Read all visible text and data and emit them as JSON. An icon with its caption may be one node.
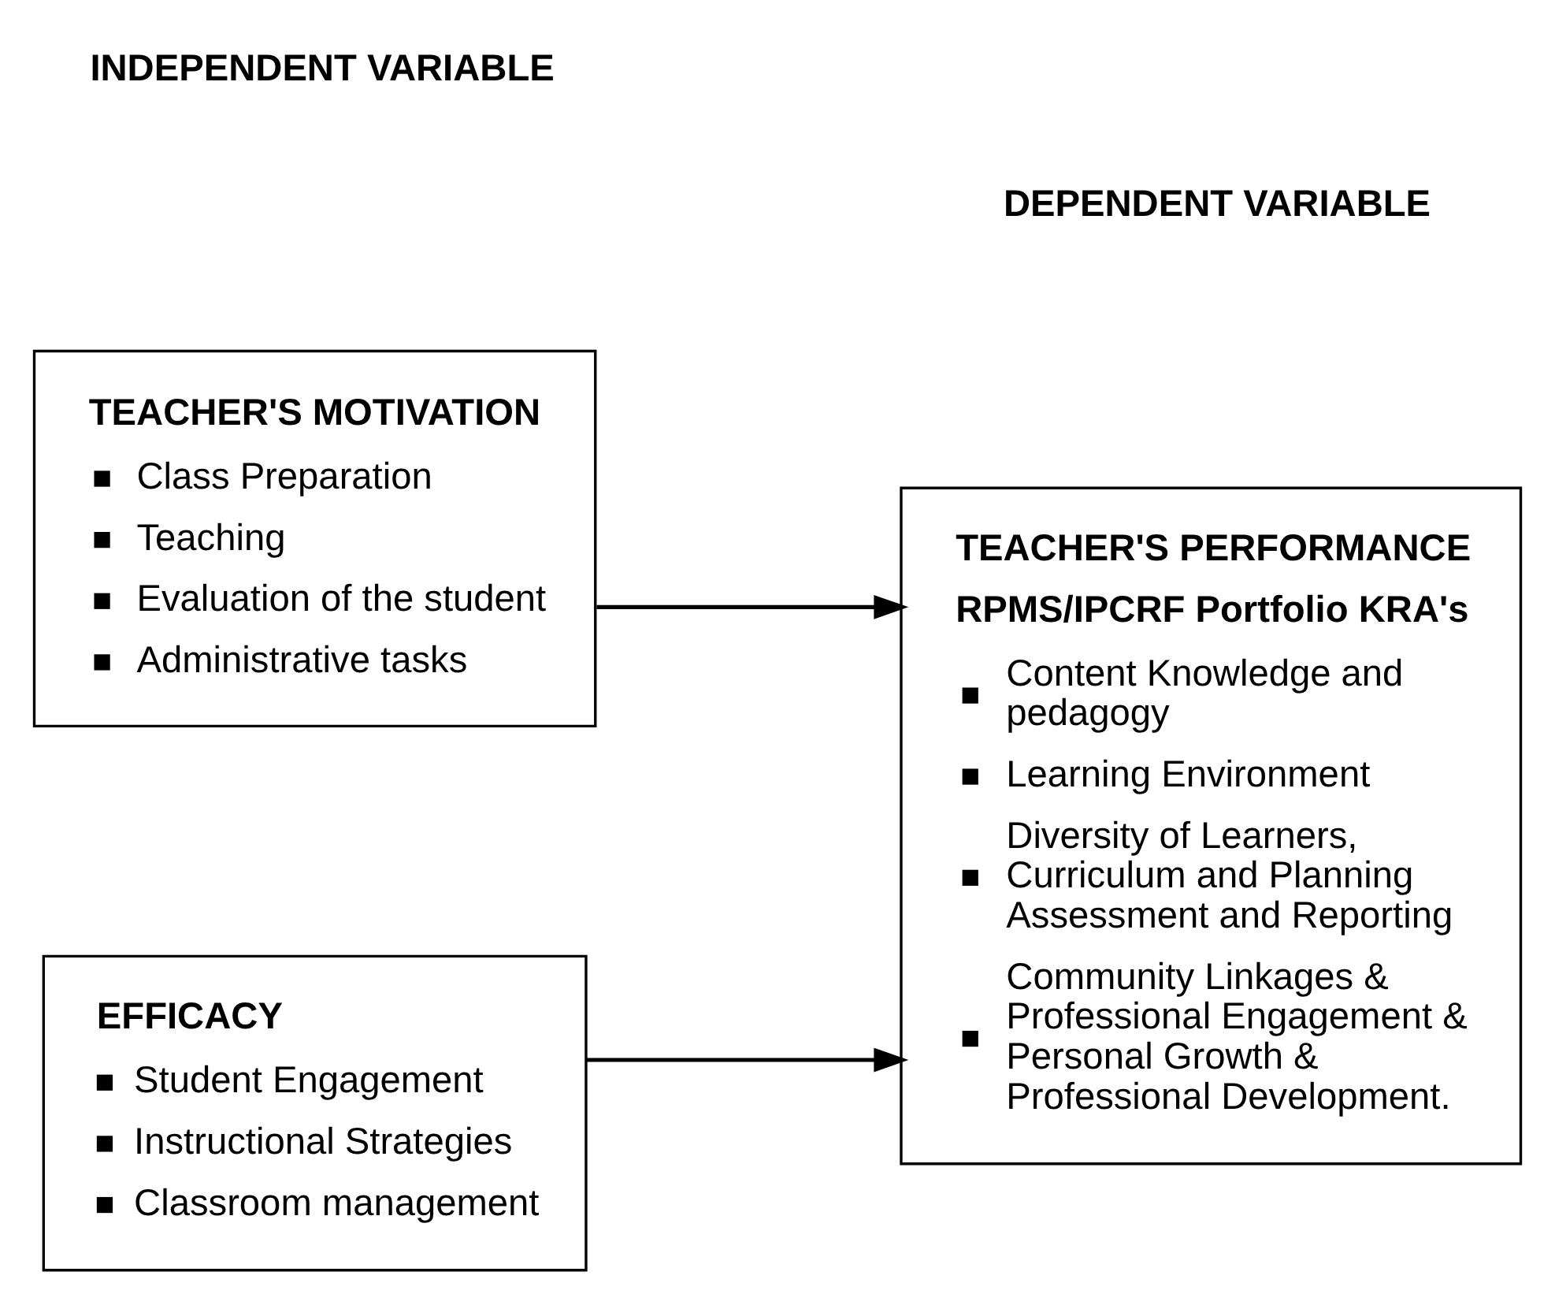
{
  "diagram": {
    "nodes": [
      {
        "text": [
          "TEACHER'S MOTIVATION",
          "Class Preparation",
          "Teaching",
          "Evaluation of the student",
          "Administrative tasks"
        ]
      },
      {
        "text": [
          "EFFICACY",
          "Student Engagement",
          "Instructional Strategies",
          "Classroom management"
        ]
      },
      {
        "text": [
          "TEACHER'S PERFORMANCE",
          "RPMS/IPCRF Portfolio KRA's",
          "Content Knowledge and pedagogy",
          "Learning Environment",
          "Diversity of Learners, Curriculum and Planning Assessment and Reporting",
          "Community Linkages & Professional Engagement & Personal Growth & Professional Development."
        ]
      }
    ],
    "edges": [
      {
        "from": 0,
        "to": 2,
        "arrow": "to"
      },
      {
        "from": 1,
        "to": 2,
        "arrow": "to"
      }
    ],
    "labels": [
      "INDEPENDENT VARIABLE",
      "DEPENDENT VARIABLE"
    ]
  }
}
